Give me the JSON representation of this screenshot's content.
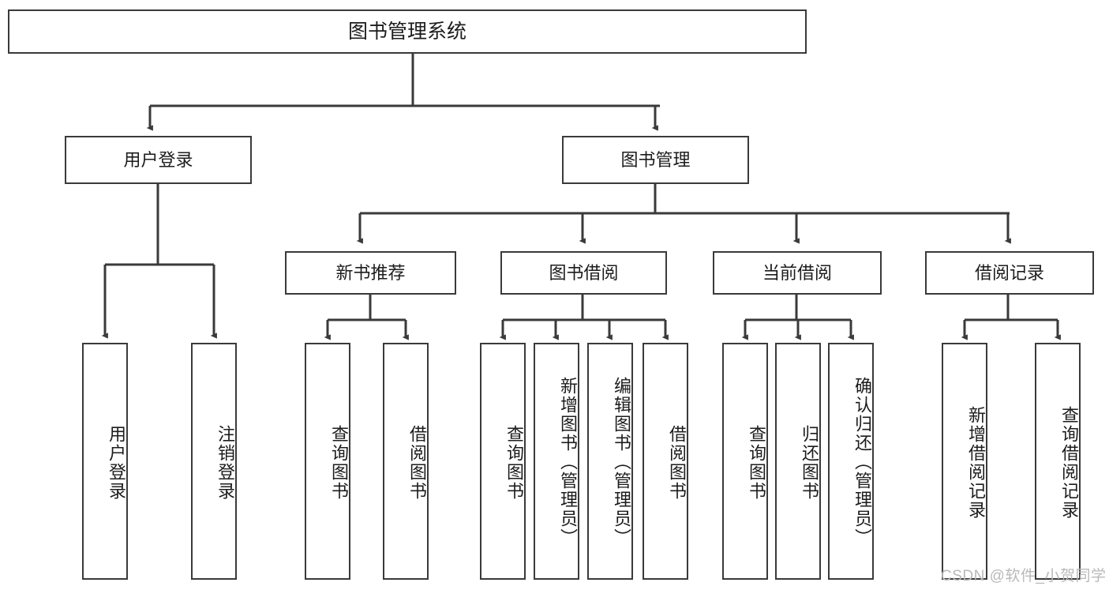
{
  "diagram": {
    "type": "tree-hierarchy",
    "title": "图书管理系统",
    "root": {
      "label": "图书管理系统"
    },
    "level1": [
      {
        "label": "用户登录"
      },
      {
        "label": "图书管理"
      }
    ],
    "level2": [
      {
        "label": "新书推荐"
      },
      {
        "label": "图书借阅"
      },
      {
        "label": "当前借阅"
      },
      {
        "label": "借阅记录"
      }
    ],
    "leaves": {
      "user_login": [
        {
          "label": "用户登录"
        },
        {
          "label": "注销登录"
        }
      ],
      "new_book_recommend": [
        {
          "label": "查询图书"
        },
        {
          "label": "借阅图书"
        }
      ],
      "book_borrow": [
        {
          "label": "查询图书"
        },
        {
          "label": "新增图书（管理员）"
        },
        {
          "label": "编辑图书（管理员）"
        },
        {
          "label": "借阅图书"
        }
      ],
      "current_borrow": [
        {
          "label": "查询图书"
        },
        {
          "label": "归还图书"
        },
        {
          "label": "确认归还（管理员）"
        }
      ],
      "borrow_record": [
        {
          "label": "新增借阅记录"
        },
        {
          "label": "查询借阅记录"
        }
      ]
    }
  },
  "watermark": {
    "text": "CSDN @软件_小贺同学"
  },
  "colors": {
    "stroke": "#3a3a3a",
    "fill": "#ffffff",
    "text": "#1c1c1c",
    "watermark": "#b9b9b9"
  }
}
